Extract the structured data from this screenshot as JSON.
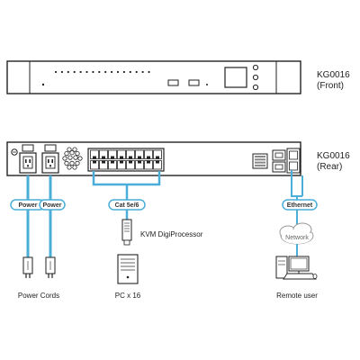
{
  "front": {
    "model": "KG0016",
    "view": "(Front)"
  },
  "rear": {
    "model": "KG0016",
    "view": "(Rear)"
  },
  "tags": {
    "power_left": "Power",
    "power_right": "Power",
    "cat": "Cat 5e/6",
    "ethernet": "Ethernet",
    "network": "Network"
  },
  "labels": {
    "processor": "KVM DigiProcessor",
    "power_cords": "Power Cords",
    "pc": "PC x 16",
    "remote_user": "Remote user"
  },
  "colors": {
    "cable": "#4aaed8",
    "outline": "#222222",
    "gray": "#999999",
    "light_gray": "#d9d9d9",
    "port_fill": "#ffffff"
  }
}
